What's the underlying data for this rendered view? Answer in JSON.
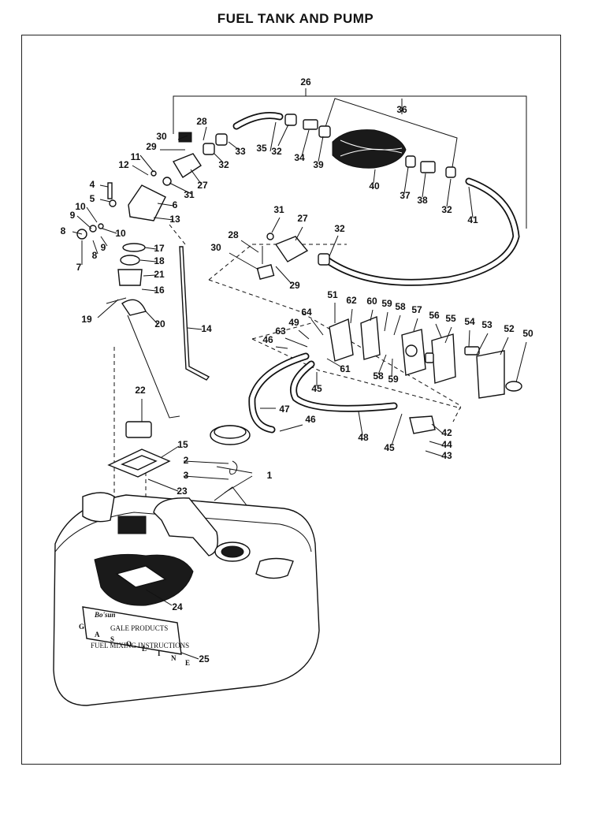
{
  "title": "FUEL TANK AND PUMP",
  "labels": [
    "1",
    "2",
    "3",
    "4",
    "5",
    "6",
    "7",
    "8",
    "9",
    "10",
    "11",
    "12",
    "13",
    "14",
    "15",
    "16",
    "17",
    "18",
    "19",
    "20",
    "21",
    "22",
    "23",
    "24",
    "25",
    "26",
    "27",
    "28",
    "29",
    "30",
    "31",
    "32",
    "33",
    "34",
    "35",
    "36",
    "37",
    "38",
    "39",
    "40",
    "41",
    "42",
    "43",
    "44",
    "45",
    "46",
    "47",
    "48",
    "49",
    "50",
    "51",
    "52",
    "53",
    "54",
    "55",
    "56",
    "57",
    "58",
    "59",
    "60",
    "61",
    "62",
    "63",
    "64"
  ],
  "tank_markings": {
    "brand": "Bo'sun",
    "maker": "GALE PRODUCTS",
    "instructions": "FUEL MIXING INSTRUCTIONS",
    "word_letters": [
      "G",
      "A",
      "S",
      "O",
      "L",
      "I",
      "N",
      "E"
    ]
  }
}
